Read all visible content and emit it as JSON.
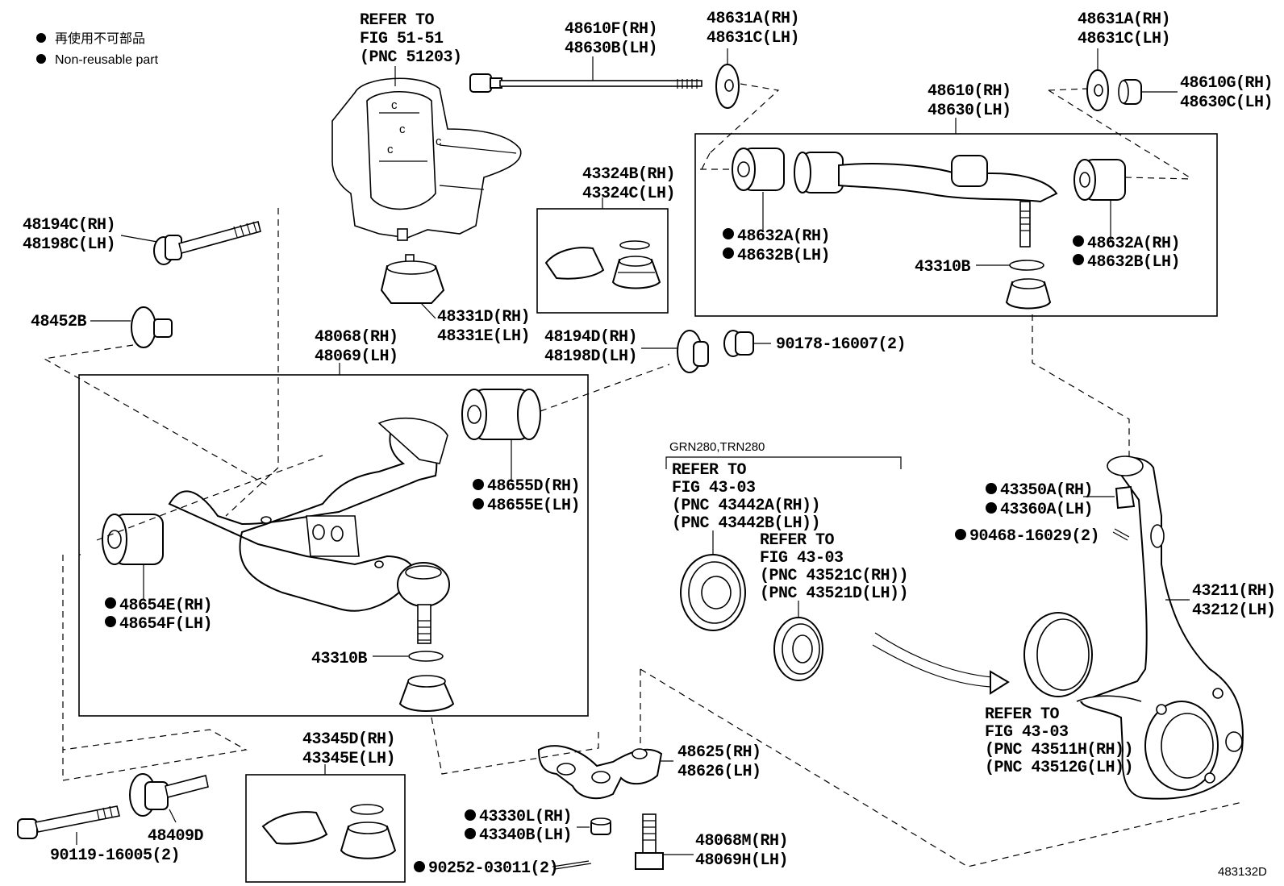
{
  "legend": {
    "items": [
      {
        "text": "再使用不可部品"
      },
      {
        "text": "Non-reusable part"
      }
    ]
  },
  "labels": {
    "refer_51": [
      "REFER TO",
      "FIG 51-51",
      "(PNC 51203)"
    ],
    "p48610F": [
      "48610F(RH)",
      "48630B(LH)"
    ],
    "p48631A_left": [
      "48631A(RH)",
      "48631C(LH)"
    ],
    "p48631A_right": [
      "48631A(RH)",
      "48631C(LH)"
    ],
    "p48610G": [
      "48610G(RH)",
      "48630C(LH)"
    ],
    "p48610": [
      "48610(RH)",
      "48630(LH)"
    ],
    "p48194C": [
      "48194C(RH)",
      "48198C(LH)"
    ],
    "p43324B": [
      "43324B(RH)",
      "43324C(LH)"
    ],
    "p48632_left": [
      "48632A(RH)",
      "48632B(LH)"
    ],
    "p48632_right": [
      "48632A(RH)",
      "48632B(LH)"
    ],
    "p43310B_upper": "43310B",
    "p48331D": [
      "48331D(RH)",
      "48331E(LH)"
    ],
    "p48452B": "48452B",
    "p48068": [
      "48068(RH)",
      "48069(LH)"
    ],
    "p48194D": [
      "48194D(RH)",
      "48198D(LH)"
    ],
    "p90178": "90178-16007(2)",
    "p48655D": [
      "48655D(RH)",
      "48655E(LH)"
    ],
    "p48654E": [
      "48654E(RH)",
      "48654F(LH)"
    ],
    "p43310B_lower": "43310B",
    "model_note": "GRN280,TRN280",
    "refer_43442": [
      "REFER TO",
      "FIG 43-03",
      "(PNC 43442A(RH))",
      "(PNC 43442B(LH))"
    ],
    "refer_43521": [
      "REFER TO",
      "FIG 43-03",
      "(PNC 43521C(RH))",
      "(PNC 43521D(LH))"
    ],
    "p43350A": [
      "43350A(RH)",
      "43360A(LH)"
    ],
    "p90468": "90468-16029(2)",
    "p43211": [
      "43211(RH)",
      "43212(LH)"
    ],
    "refer_43511": [
      "REFER TO",
      "FIG 43-03",
      "(PNC 43511H(RH))",
      "(PNC 43512G(LH))"
    ],
    "p43345D": [
      "43345D(RH)",
      "43345E(LH)"
    ],
    "p48625": [
      "48625(RH)",
      "48626(LH)"
    ],
    "p43330L": [
      "43330L(RH)",
      "43340B(LH)"
    ],
    "p90252": "90252-03011(2)",
    "p48068M": [
      "48068M(RH)",
      "48069H(LH)"
    ],
    "p48409D": "48409D",
    "p90119": "90119-16005(2)",
    "figure_id": "483132D"
  }
}
